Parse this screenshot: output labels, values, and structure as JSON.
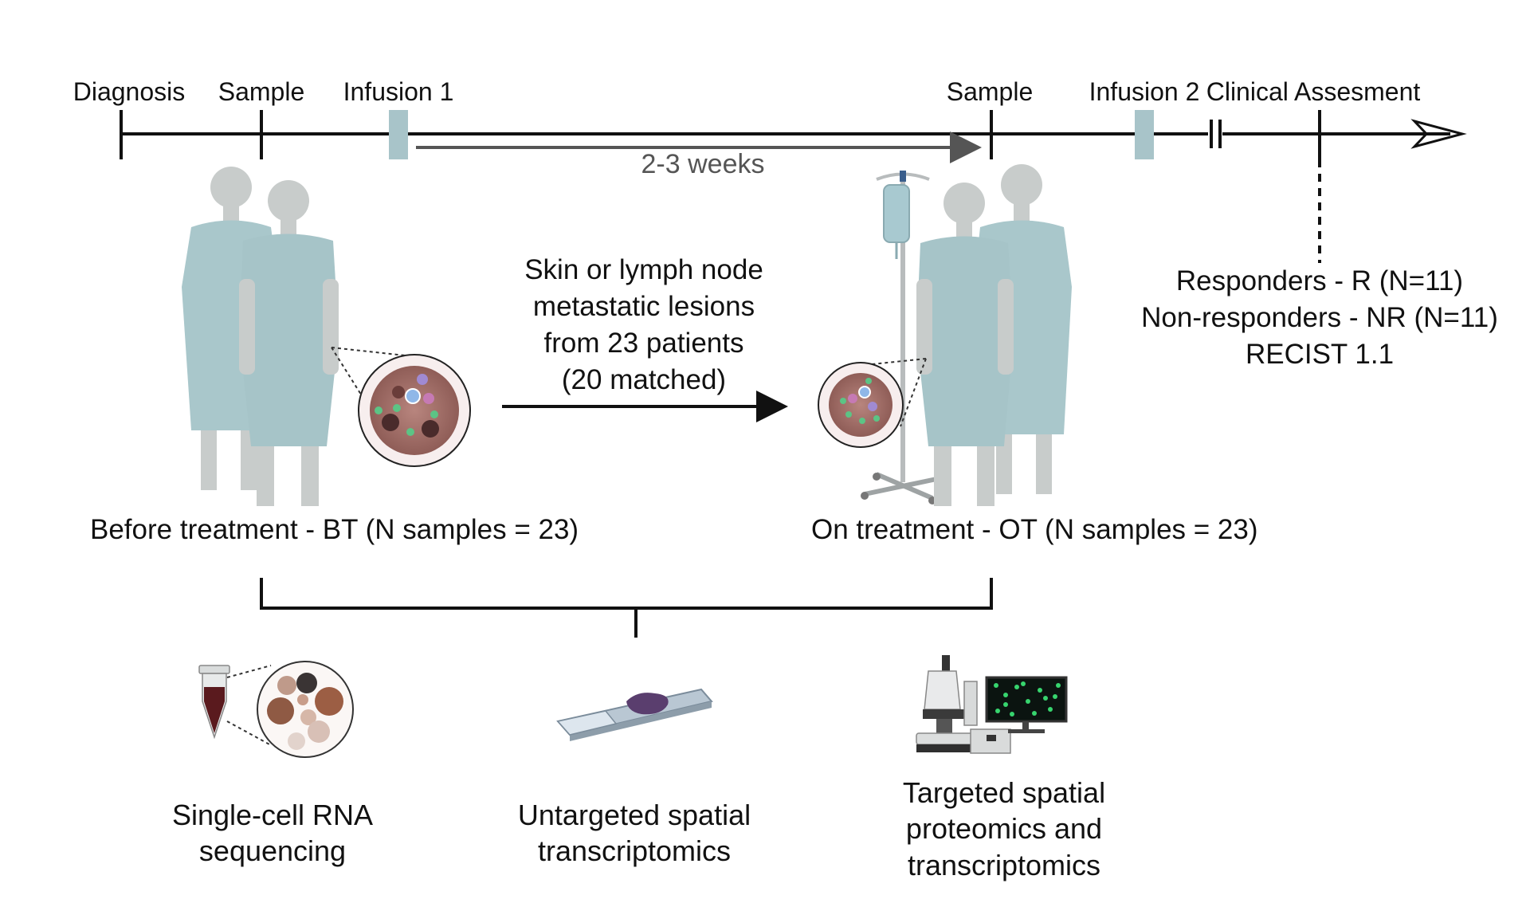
{
  "timeline": {
    "events": [
      {
        "id": "diagnosis",
        "label": "Diagnosis"
      },
      {
        "id": "sample1",
        "label": "Sample"
      },
      {
        "id": "infusion1",
        "label": "Infusion 1"
      },
      {
        "id": "sample2",
        "label": "Sample"
      },
      {
        "id": "infusion2",
        "label": "Infusion 2"
      },
      {
        "id": "clinical",
        "label": "Clinical Assesment"
      }
    ],
    "interval_label": "2-3 weeks"
  },
  "center_text": {
    "lines": [
      "Skin or lymph node",
      "metastatic lesions",
      "from 23 patients",
      "(20 matched)"
    ]
  },
  "outcome": {
    "lines": [
      "Responders - R (N=11)",
      "Non-responders - NR (N=11)",
      "RECIST 1.1"
    ]
  },
  "groups": {
    "before": "Before treatment - BT (N samples = 23)",
    "on": "On treatment - OT (N samples = 23)"
  },
  "methods": [
    {
      "id": "scrna",
      "lines": [
        "Single-cell RNA",
        "sequencing"
      ],
      "icon": "tube-cells-icon"
    },
    {
      "id": "spatial_untargeted",
      "lines": [
        "Untargeted spatial",
        "transcriptomics"
      ],
      "icon": "slide-icon"
    },
    {
      "id": "spatial_targeted",
      "lines": [
        "Targeted spatial",
        "proteomics and",
        "transcriptomics"
      ],
      "icon": "microscope-icon"
    }
  ],
  "colors": {
    "gown": "#a9c7cb",
    "skin": "#c8cccb",
    "infusion_marker": "#a8c4c9",
    "tumor": "#a0706a",
    "line": "#111111",
    "interval_arrow": "#555555"
  }
}
